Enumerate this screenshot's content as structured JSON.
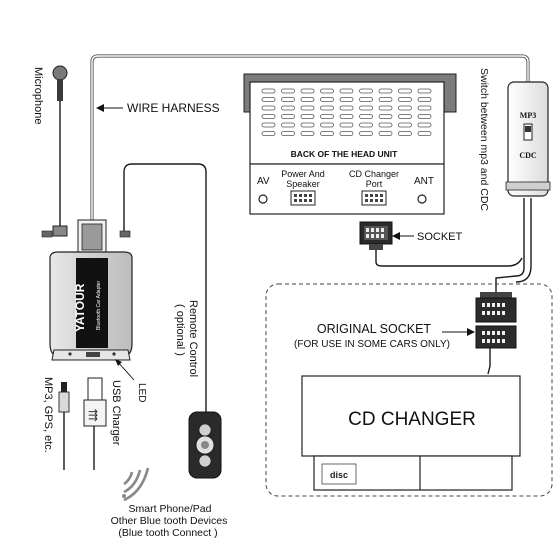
{
  "labels": {
    "microphone": "Microphone",
    "wire_harness": "WIRE HARNESS",
    "back_of_head_unit": "BACK OF THE HEAD UNIT",
    "av": "AV",
    "power_speaker_line1": "Power And",
    "power_speaker_line2": "Speaker",
    "cd_changer_port_line1": "CD Changer",
    "cd_changer_port_line2": "Port",
    "ant": "ANT",
    "socket": "SOCKET",
    "switch_text": "Switch between mp3 and CDC",
    "switch_mp3": "MP3",
    "switch_cdc": "CDC",
    "original_socket": "ORIGINAL SOCKET",
    "for_use": "(FOR USE IN SOME CARS ONLY)",
    "cd_changer": "CD CHANGER",
    "cd_logo": "disc",
    "remote_control": "Remote Control",
    "optional": "( optional )",
    "brand": "YATOUR",
    "brand_sub": "Bluetooth Car Adapter",
    "led": "LED",
    "usb_charger": "USB Charger",
    "mp3_gps_etc": "MP3, GPS, etc.",
    "smart_phone": "Smart Phone/Pad",
    "other_bt": "Other Blue tooth Devices",
    "bt_connect": "(Blue tooth Connect )"
  }
}
